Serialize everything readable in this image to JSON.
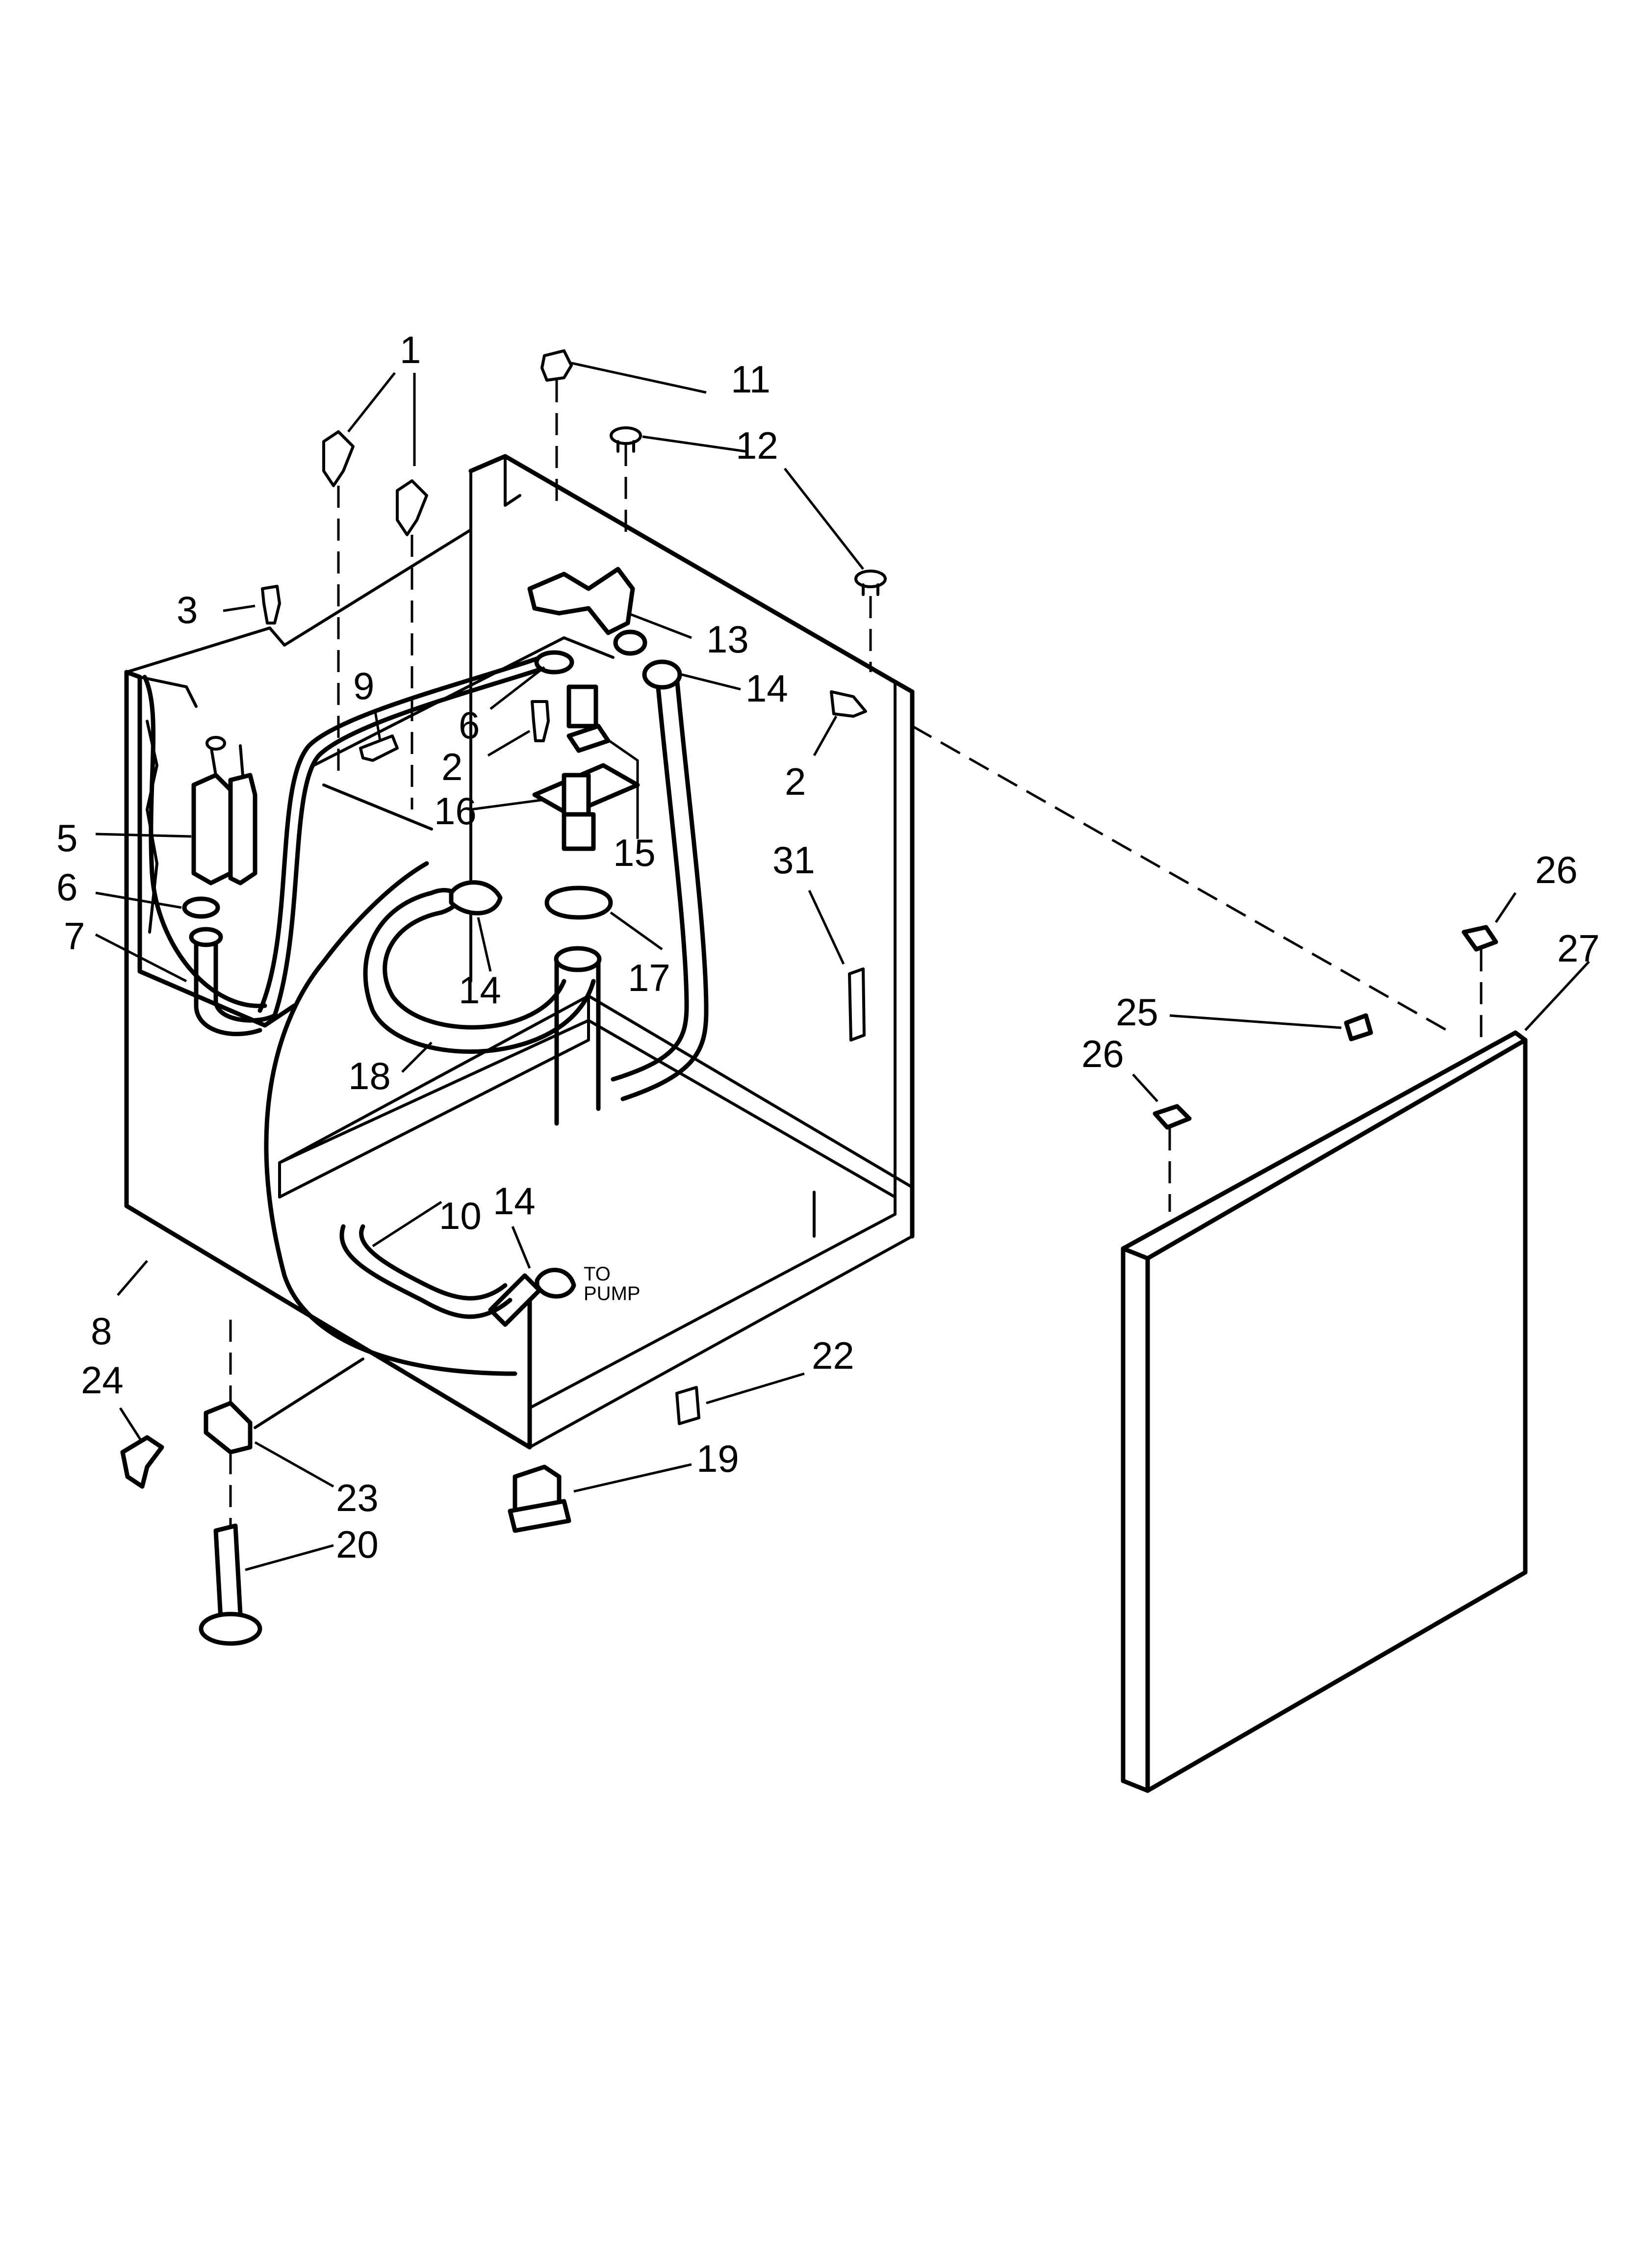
{
  "callouts": [
    {
      "id": "c1",
      "text": "1"
    },
    {
      "id": "c11",
      "text": "11"
    },
    {
      "id": "c12",
      "text": "12"
    },
    {
      "id": "c3",
      "text": "3"
    },
    {
      "id": "c13",
      "text": "13"
    },
    {
      "id": "c14a",
      "text": "14"
    },
    {
      "id": "c9",
      "text": "9"
    },
    {
      "id": "c6a",
      "text": "6"
    },
    {
      "id": "c2a",
      "text": "2"
    },
    {
      "id": "c2b",
      "text": "2"
    },
    {
      "id": "c16",
      "text": "16"
    },
    {
      "id": "c15",
      "text": "15"
    },
    {
      "id": "c5",
      "text": "5"
    },
    {
      "id": "c6b",
      "text": "6"
    },
    {
      "id": "c31",
      "text": "31"
    },
    {
      "id": "c26a",
      "text": "26"
    },
    {
      "id": "c27",
      "text": "27"
    },
    {
      "id": "c7",
      "text": "7"
    },
    {
      "id": "c14b",
      "text": "14"
    },
    {
      "id": "c17",
      "text": "17"
    },
    {
      "id": "c25",
      "text": "25"
    },
    {
      "id": "c26b",
      "text": "26"
    },
    {
      "id": "c18",
      "text": "18"
    },
    {
      "id": "c14c",
      "text": "14"
    },
    {
      "id": "c10",
      "text": "10"
    },
    {
      "id": "c8",
      "text": "8"
    },
    {
      "id": "c22",
      "text": "22"
    },
    {
      "id": "c24",
      "text": "24"
    },
    {
      "id": "c19",
      "text": "19"
    },
    {
      "id": "c23",
      "text": "23"
    },
    {
      "id": "c20",
      "text": "20"
    }
  ],
  "note": {
    "line1": "TO",
    "line2": "PUMP"
  }
}
